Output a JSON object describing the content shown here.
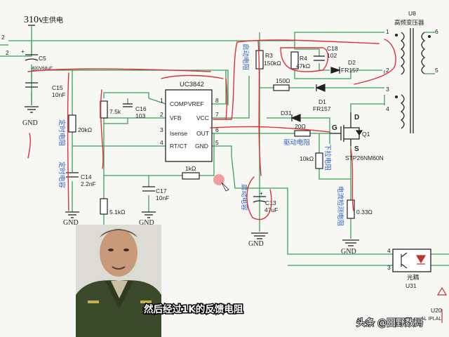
{
  "header": {
    "voltage": "310v",
    "voltage_desc": "主供电"
  },
  "caption": "然后经过1K的反馈电阻",
  "watermark": "头条 @田野数码",
  "ic": {
    "name": "UC3842",
    "pins_left": [
      {
        "num": "1",
        "label": "COMP"
      },
      {
        "num": "2",
        "label": "VFB"
      },
      {
        "num": "3",
        "label": "Isense"
      },
      {
        "num": "4",
        "label": "RT/CT"
      }
    ],
    "pins_right": [
      {
        "num": "8",
        "label": "VREF"
      },
      {
        "num": "7",
        "label": "VCC"
      },
      {
        "num": "6",
        "label": "OUT"
      },
      {
        "num": "5",
        "label": "GND"
      }
    ]
  },
  "transformer": {
    "ref": "U8",
    "name": "高频变压器",
    "pins": [
      "1",
      "2",
      "3",
      "4",
      "5",
      "6"
    ]
  },
  "components": {
    "c5": {
      "ref": "C5",
      "value": "400V68uF"
    },
    "c15": {
      "ref": "C15",
      "value": "10nF"
    },
    "r_timing": {
      "value": "20kΩ"
    },
    "c14": {
      "ref": "C14",
      "value": "2.2nF"
    },
    "r_vfb": {
      "value": "7.5k"
    },
    "c16": {
      "ref": "C16",
      "value": "103"
    },
    "r_51k": {
      "value": "5.1kΩ"
    },
    "c17": {
      "ref": "C17",
      "value": "10nF"
    },
    "r_fb": {
      "value": "1kΩ"
    },
    "r3": {
      "ref": "R3",
      "value": "150kΩ"
    },
    "r4": {
      "ref": "R4",
      "value": "47kΩ"
    },
    "c18": {
      "ref": "C18",
      "value": "102"
    },
    "d2": {
      "ref": "D2",
      "value": "FR157"
    },
    "r150": {
      "value": "150Ω"
    },
    "d1": {
      "ref": "D1",
      "value": "FR157"
    },
    "d31": {
      "ref": "D31"
    },
    "r20": {
      "value": "20Ω"
    },
    "r10k": {
      "value": "10kΩ"
    },
    "q1": {
      "ref": "Q1",
      "value": "STP26NM60N",
      "gate": "G",
      "drain": "D",
      "source": "S"
    },
    "c13": {
      "ref": "C13",
      "value": "47uF"
    },
    "r_sense": {
      "value": "0.33Ω"
    },
    "optocoupler": {
      "ref": "U31",
      "name": "光耦",
      "pins": [
        "4",
        "3"
      ]
    },
    "u20": {
      "ref": "U20",
      "extra": "AL IPLAL"
    }
  },
  "annotations": {
    "timing_res": "定时电阻",
    "timing_cap": "定时电容",
    "start_res": "启动电阻",
    "start_cap": "启动电容",
    "drive_res": "驱动电阻",
    "pulldown_res": "下拉电阻",
    "sense_res": "电流检测电阻"
  },
  "gnd_label": "GND",
  "left_pins": [
    "2",
    "2"
  ],
  "colors": {
    "wire": "#3aa05a",
    "bias_wire": "#2a8f60",
    "pen": "#e0303a",
    "note": "#2a5fc8",
    "background": "#f7f8f4"
  }
}
